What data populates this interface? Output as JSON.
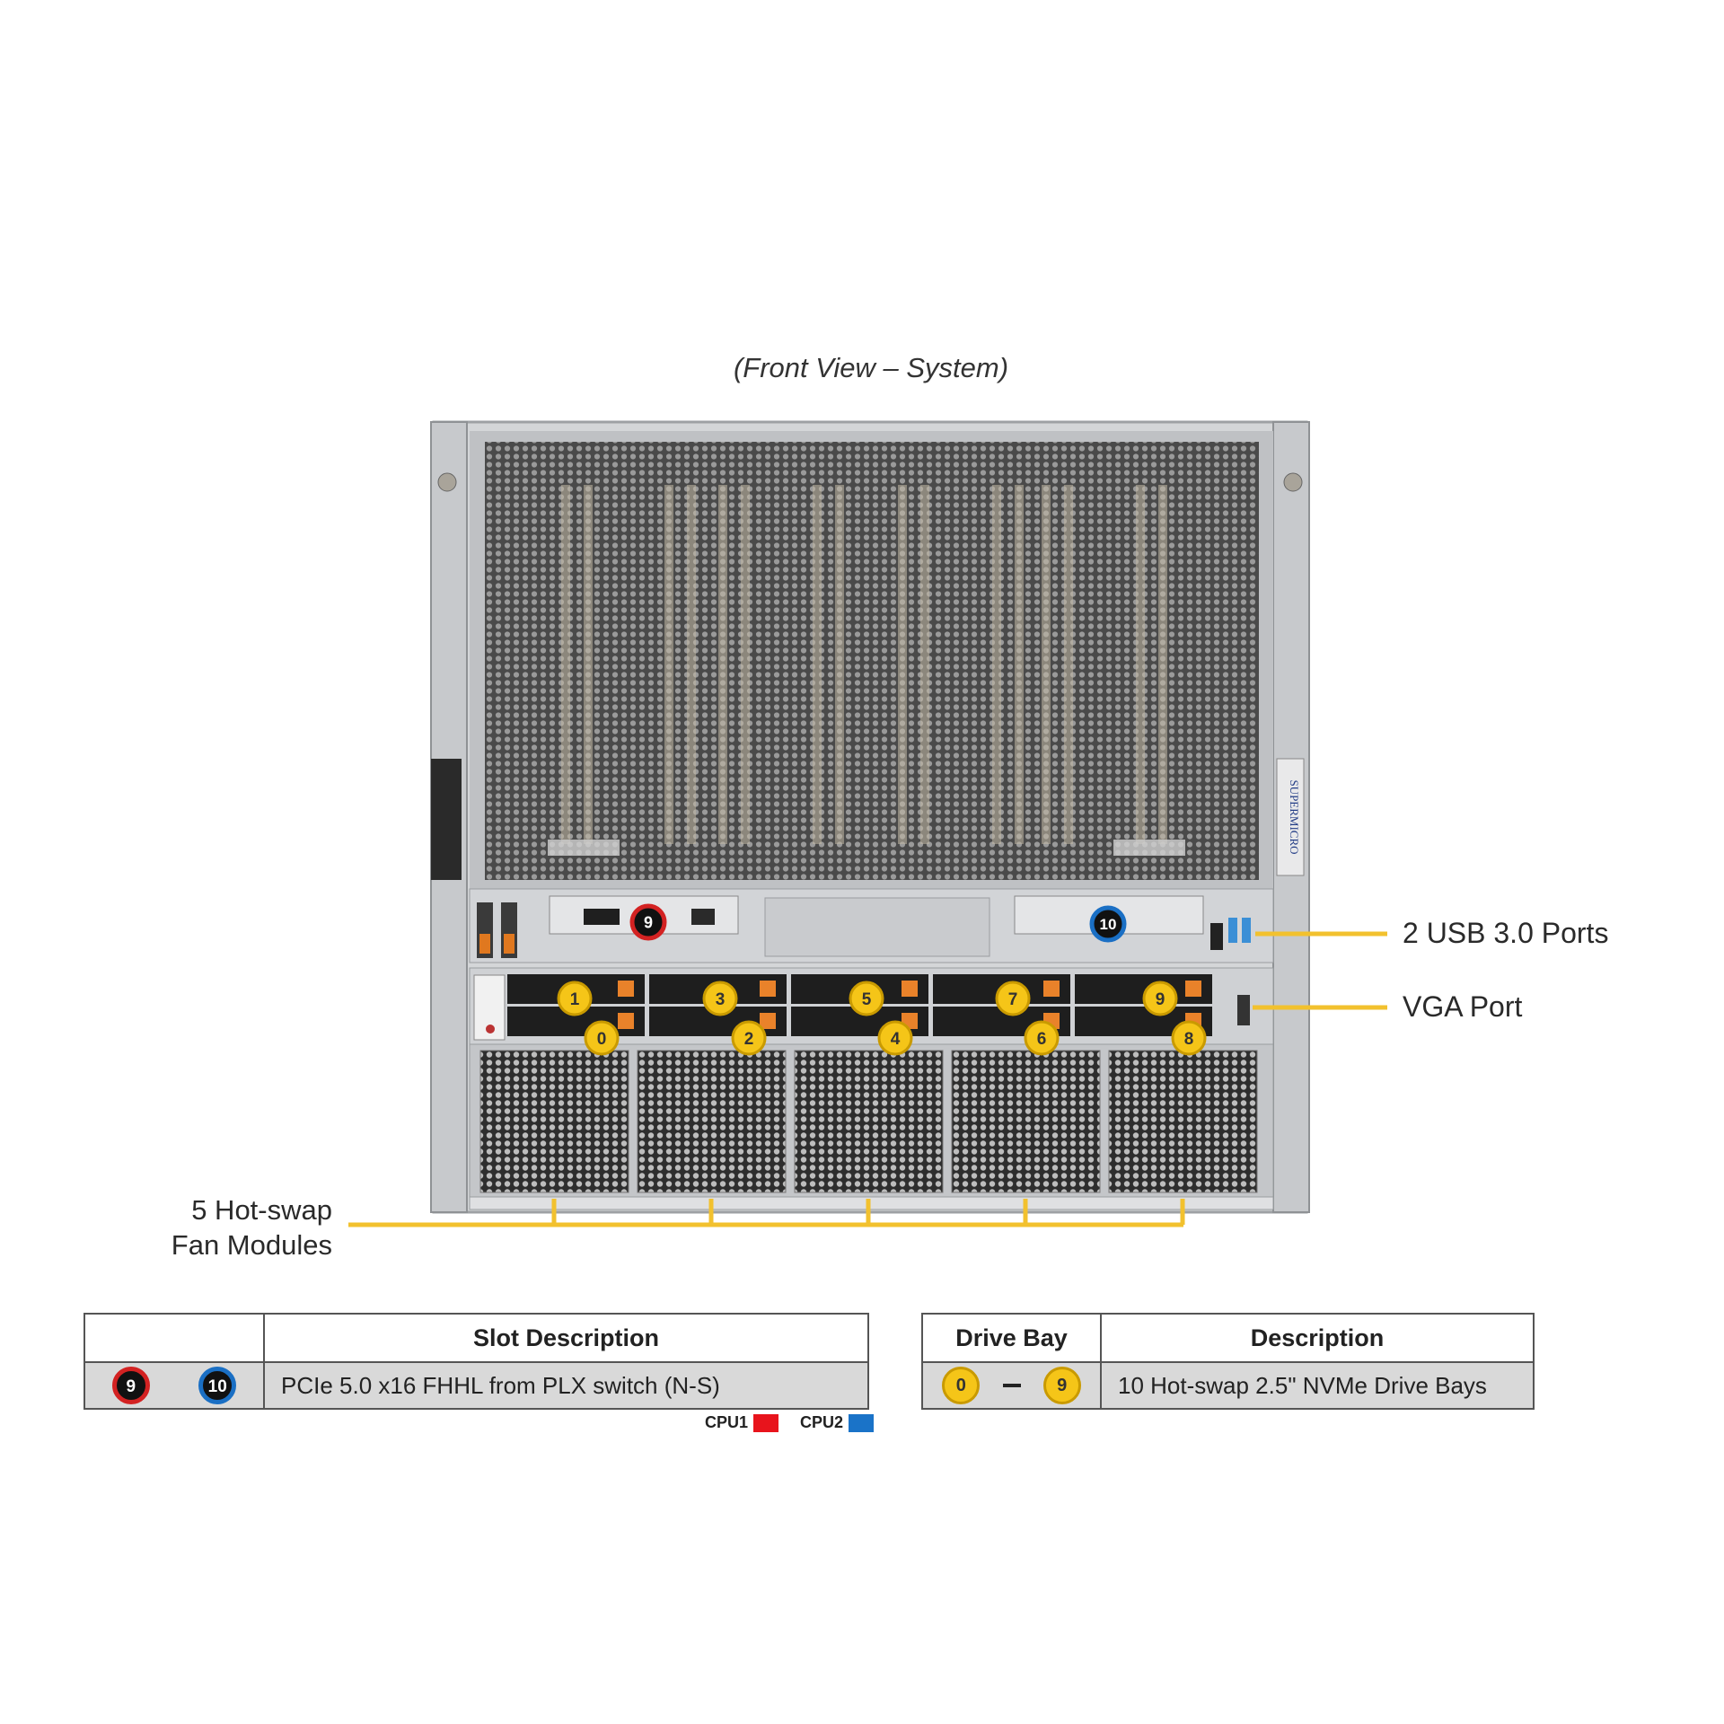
{
  "caption": "(Front View – System)",
  "callouts": {
    "usb": "2 USB 3.0 Ports",
    "vga": "VGA Port",
    "fan_line1": "5 Hot-swap",
    "fan_line2": "Fan Modules"
  },
  "slot_badges": [
    {
      "label": "9",
      "cpu": "CPU1"
    },
    {
      "label": "10",
      "cpu": "CPU2"
    }
  ],
  "drive_badges": [
    "1",
    "3",
    "5",
    "7",
    "9",
    "0",
    "2",
    "4",
    "6",
    "8"
  ],
  "slot_table": {
    "header": "Slot Description",
    "row_badges": [
      "9",
      "10"
    ],
    "row_description": "PCIe 5.0 x16 FHHL from PLX switch (N-S)"
  },
  "drive_table": {
    "header_bay": "Drive Bay",
    "header_desc": "Description",
    "range_start": "0",
    "range_end": "9",
    "row_description": "10 Hot-swap 2.5\" NVMe Drive Bays"
  },
  "cpu_legend": [
    {
      "label": "CPU1",
      "color": "#e8141c"
    },
    {
      "label": "CPU2",
      "color": "#1a73c8"
    }
  ],
  "colors": {
    "callout_line": "#f2c12e",
    "badge_yellow": "#f5c518",
    "badge_red_ring": "#d32222",
    "badge_blue_ring": "#1a6fc4",
    "chassis": "#c9cbce",
    "grille": "#3a3a3a"
  },
  "icons": {
    "supermicro_logo": "supermicro-logo"
  },
  "logo_text": "SUPERMICRO"
}
